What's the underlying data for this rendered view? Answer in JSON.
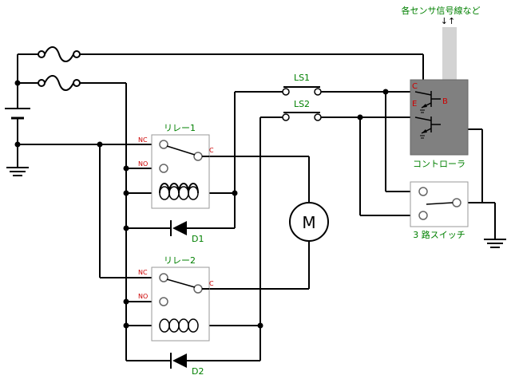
{
  "labels": {
    "relay1": "リレー1",
    "relay2": "リレー2",
    "nc": "NC",
    "no": "NO",
    "c": "C",
    "motor": "M",
    "d1": "D1",
    "d2": "D2",
    "ls1": "LS1",
    "ls2": "LS2",
    "controller": "コントローラ",
    "controller_c": "C",
    "controller_e": "E",
    "controller_b": "B",
    "switch3": "3 路スイッチ",
    "sensor": "各センサ信号線など",
    "sensor_arrows": "↓↑"
  },
  "colors": {
    "wire": "#000000",
    "relay_text": "#008000",
    "pin_label": "#cc0000",
    "controller_fill": "#808080",
    "sensor_bus": "#d3d3d3",
    "box_border": "#999999"
  }
}
